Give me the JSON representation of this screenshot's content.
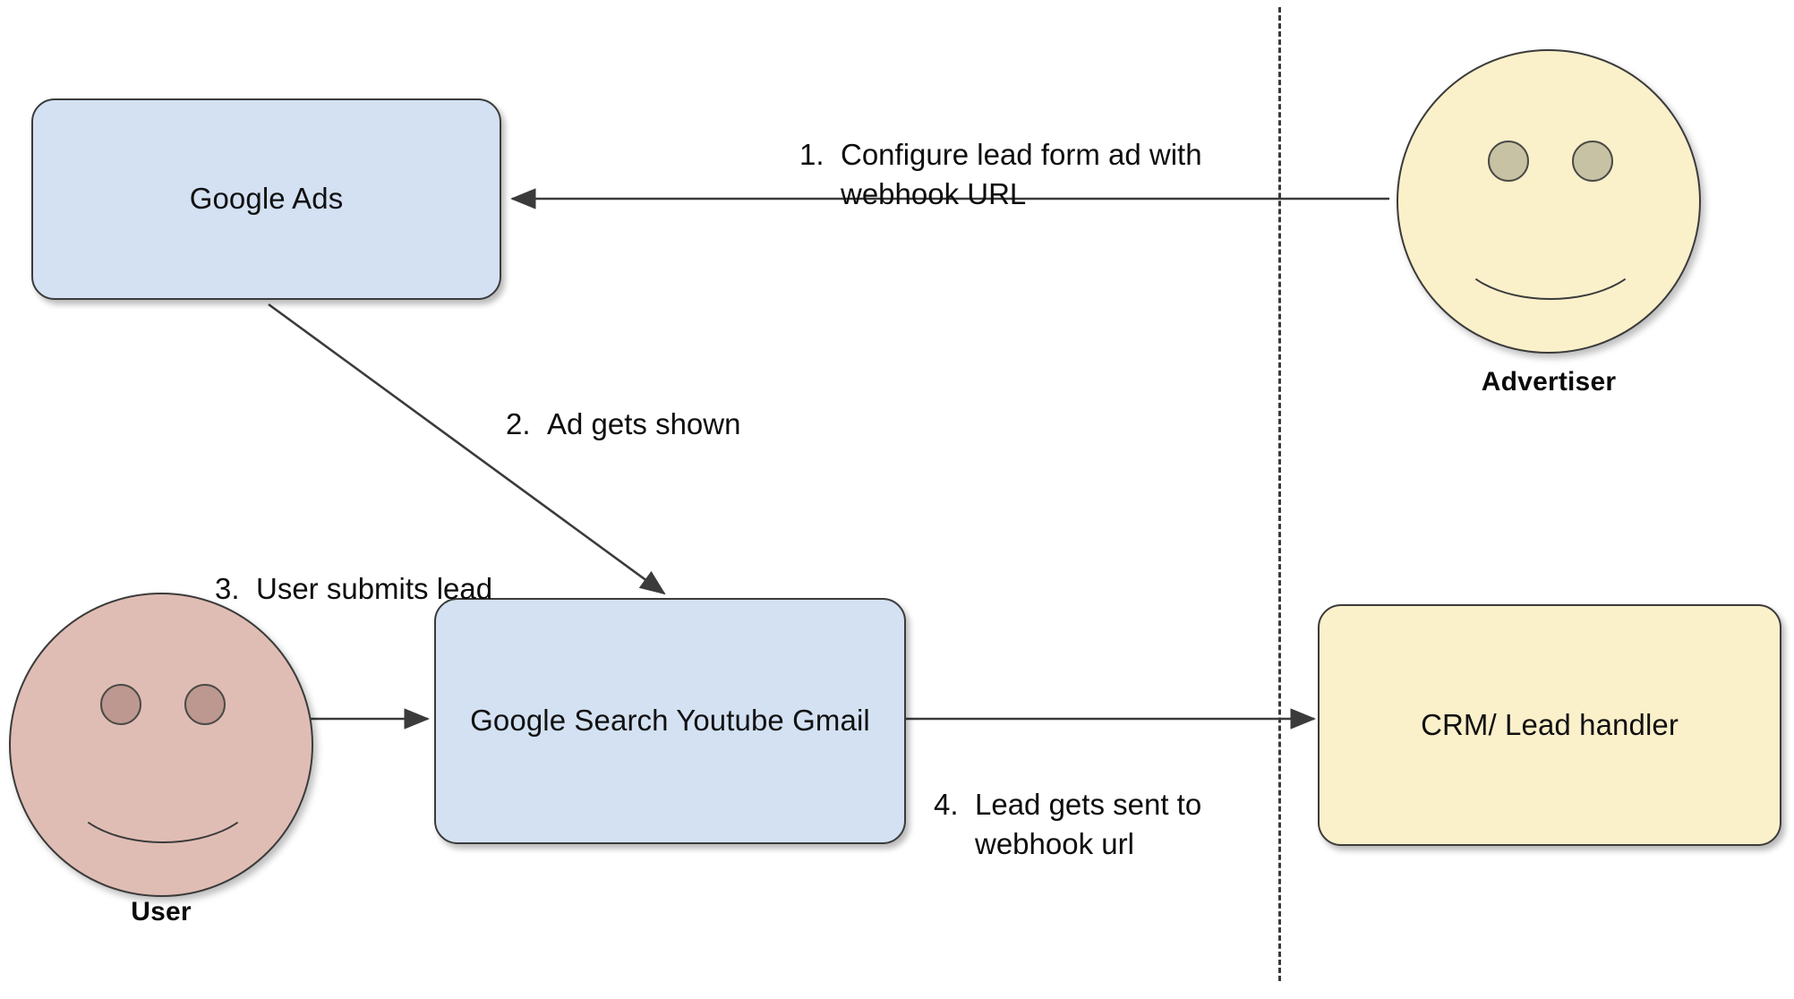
{
  "diagram": {
    "title": "Google Ads lead form webhook flow",
    "background": "#ffffff",
    "palette": {
      "box_blue": "#d3e1f2",
      "box_cream": "#faf0ca",
      "face_pink": "#e0bdb4",
      "eye_olive": "#c8c2a4",
      "eye_rose": "#bd9890",
      "stroke": "#3b3b3b",
      "text": "#0d0d0d",
      "divider": "#3a3a3a"
    }
  },
  "nodes": {
    "google_ads": {
      "label": "Google Ads",
      "fill": "#d3e1f2"
    },
    "google_surfaces": {
      "label": "Google Search\nYoutube\nGmail",
      "fill": "#d3e1f2"
    },
    "crm": {
      "label": "CRM/ Lead handler",
      "fill": "#faf0ca"
    }
  },
  "actors": {
    "advertiser": {
      "label": "Advertiser",
      "fill": "#faf0ca",
      "eye_fill": "#c8c2a4"
    },
    "user": {
      "label": "User",
      "fill": "#e0bdb4",
      "eye_fill": "#bd9890"
    }
  },
  "steps": [
    {
      "number": "1.",
      "text": "Configure lead form ad with\nwebhook URL",
      "from": "advertiser",
      "to": "google_ads"
    },
    {
      "number": "2.",
      "text": "Ad gets shown",
      "from": "google_ads",
      "to": "google_surfaces"
    },
    {
      "number": "3.",
      "text": "User submits lead",
      "from": "user",
      "to": "google_surfaces"
    },
    {
      "number": "4.",
      "text": "Lead gets sent to\nwebhook url",
      "from": "google_surfaces",
      "to": "crm"
    }
  ],
  "divider": {
    "style": "dashed",
    "orientation": "vertical"
  }
}
